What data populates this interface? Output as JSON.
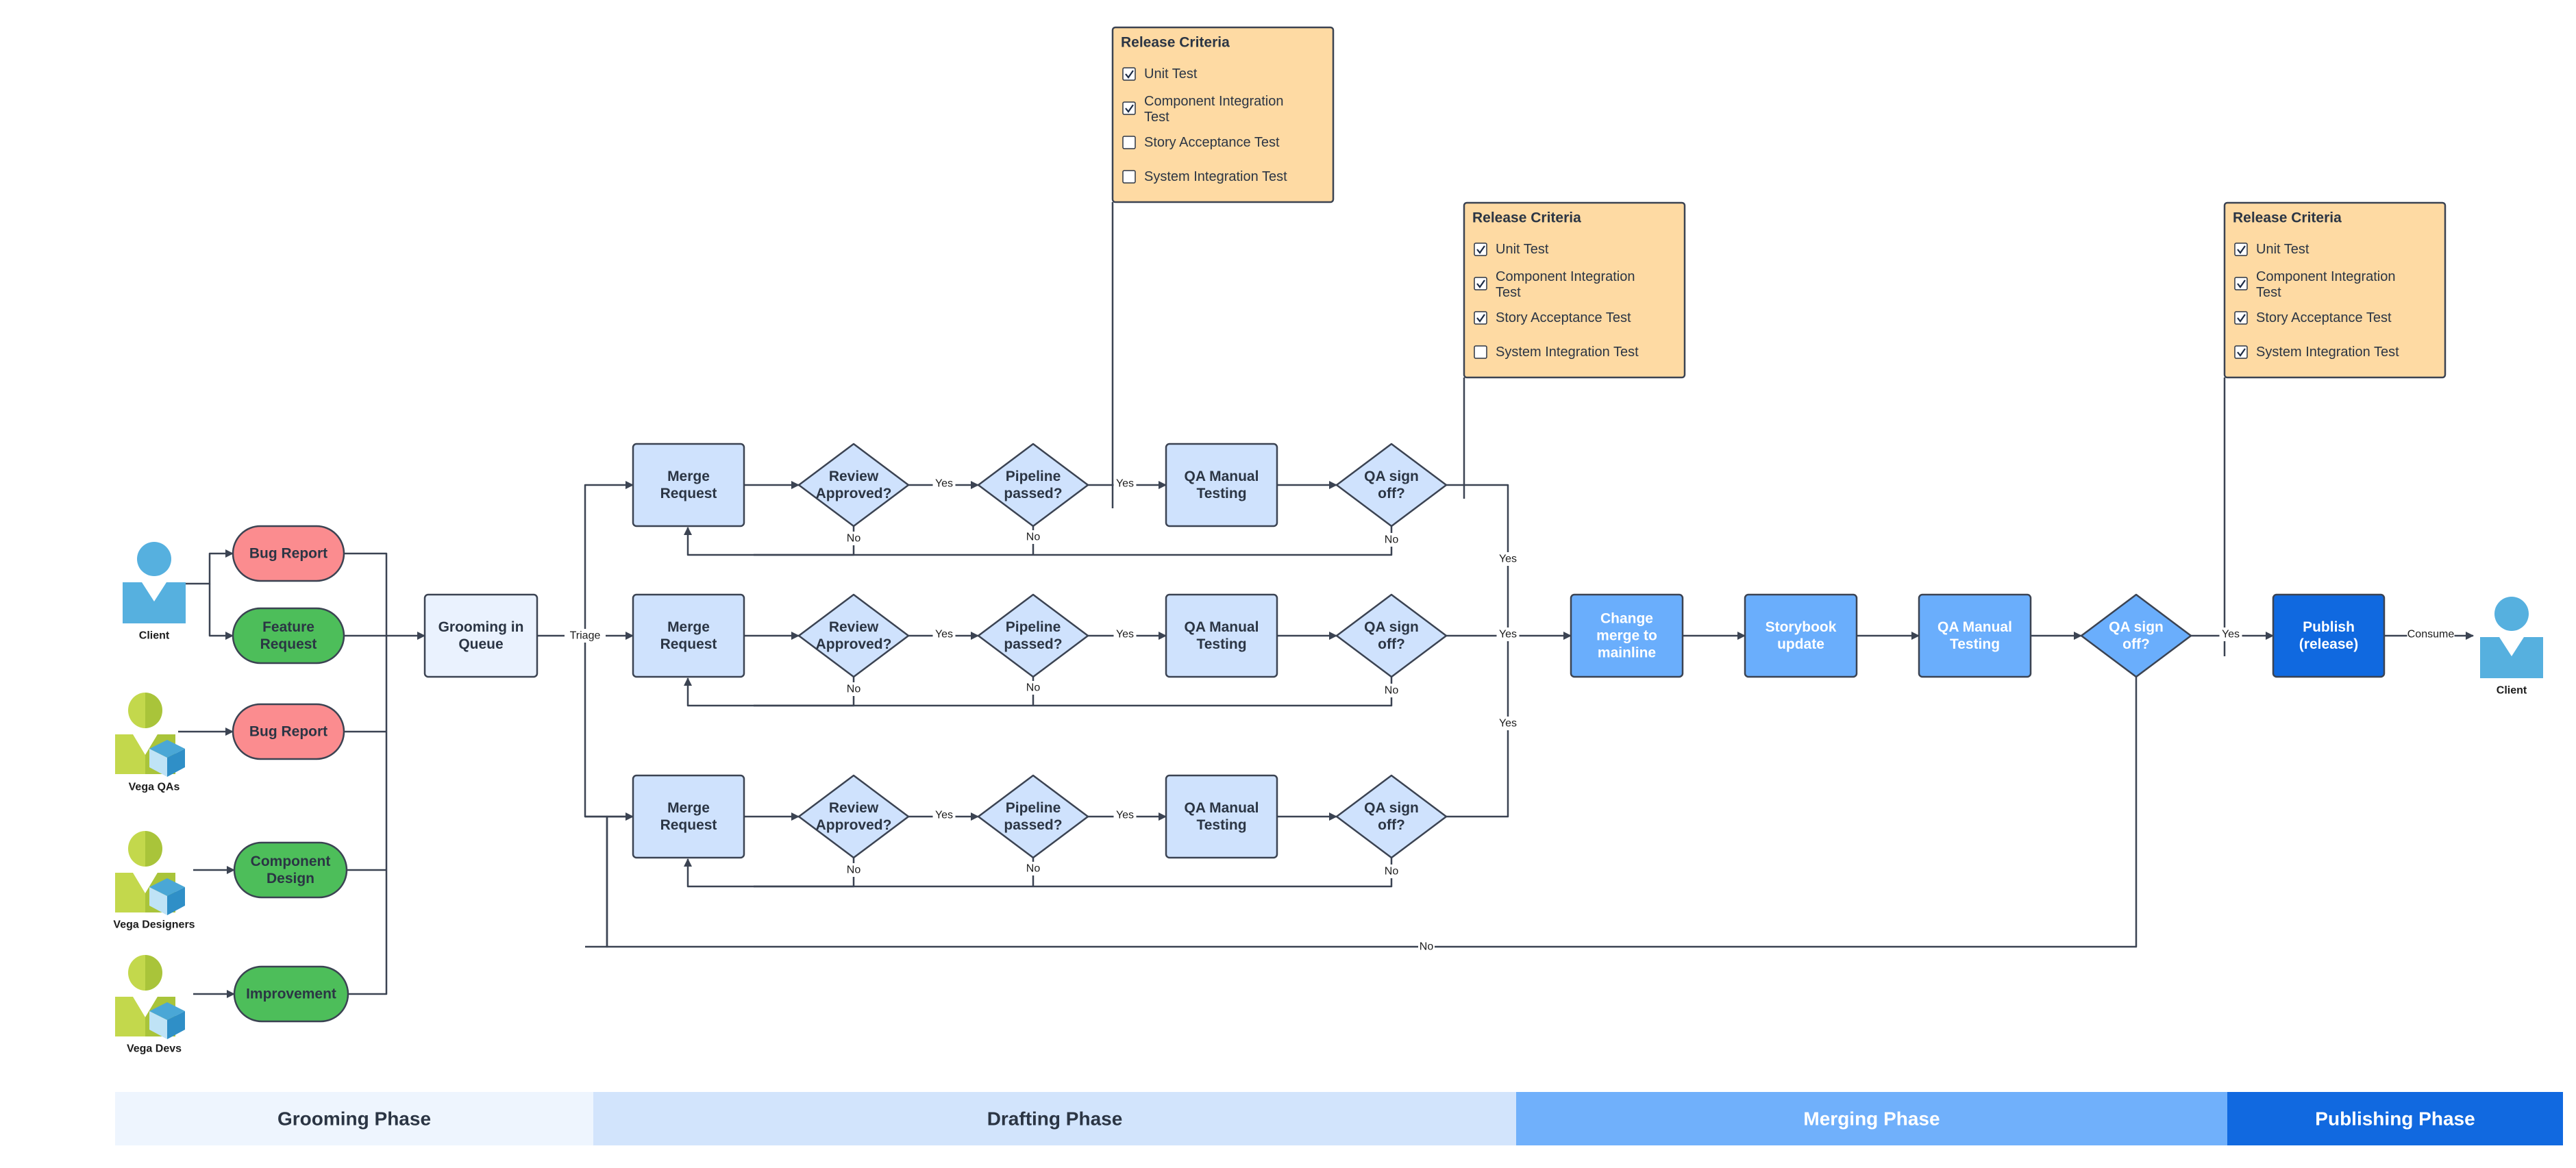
{
  "colors": {
    "stroke": "#3b4352",
    "node_light": "#cfe2fd",
    "node_queue": "#eaf2fe",
    "node_mid": "#6aaefc",
    "node_dark": "#1069e0",
    "bug": "#fb8c8f",
    "green": "#4dbe5a",
    "criteria_fill": "#fedaa3",
    "actor_blue": "#56b0df",
    "actor_green": "#c3d84c",
    "phase1": "#eef5fe",
    "phase2": "#d2e4fc",
    "phase3": "#70b0fb",
    "phase4": "#1169e0"
  },
  "actors": {
    "client": "Client",
    "vega_qas": "Vega QAs",
    "vega_designers": "Vega Designers",
    "vega_devs": "Vega Devs",
    "client_end": "Client"
  },
  "inputs": {
    "bug_report_client": "Bug Report",
    "feature_request": [
      "Feature",
      "Request"
    ],
    "bug_report_qa": "Bug Report",
    "component_design": [
      "Component",
      "Design"
    ],
    "improvement": "Improvement"
  },
  "grooming": [
    "Grooming in",
    "Queue"
  ],
  "drafting": {
    "merge_request": [
      "Merge",
      "Request"
    ],
    "review_approved": [
      "Review",
      "Approved?"
    ],
    "pipeline_passed": [
      "Pipeline",
      "passed?"
    ],
    "qa_manual": [
      "QA Manual",
      "Testing"
    ],
    "qa_signoff": [
      "QA sign",
      "off?"
    ]
  },
  "merging": {
    "change_merge": [
      "Change",
      "merge to",
      "mainline"
    ],
    "storybook": [
      "Storybook",
      "update"
    ],
    "qa_manual": [
      "QA Manual",
      "Testing"
    ],
    "qa_signoff": [
      "QA sign",
      "off?"
    ]
  },
  "publish": [
    "Publish",
    "(release)"
  ],
  "edge_labels": {
    "triage": "Triage",
    "yes": "Yes",
    "no": "No",
    "consume": "Consume"
  },
  "criteria": [
    {
      "title": "Release Criteria",
      "items": [
        {
          "label": [
            "Unit Test"
          ],
          "checked": true
        },
        {
          "label": [
            "Component Integration",
            "Test"
          ],
          "checked": true
        },
        {
          "label": [
            "Story Acceptance Test"
          ],
          "checked": false
        },
        {
          "label": [
            "System Integration Test"
          ],
          "checked": false
        }
      ]
    },
    {
      "title": "Release Criteria",
      "items": [
        {
          "label": [
            "Unit Test"
          ],
          "checked": true
        },
        {
          "label": [
            "Component Integration",
            "Test"
          ],
          "checked": true
        },
        {
          "label": [
            "Story Acceptance Test"
          ],
          "checked": true
        },
        {
          "label": [
            "System Integration Test"
          ],
          "checked": false
        }
      ]
    },
    {
      "title": "Release Criteria",
      "items": [
        {
          "label": [
            "Unit Test"
          ],
          "checked": true
        },
        {
          "label": [
            "Component Integration",
            "Test"
          ],
          "checked": true
        },
        {
          "label": [
            "Story Acceptance Test"
          ],
          "checked": true
        },
        {
          "label": [
            "System Integration Test"
          ],
          "checked": true
        }
      ]
    }
  ],
  "phases": [
    {
      "label": "Grooming Phase"
    },
    {
      "label": "Drafting Phase"
    },
    {
      "label": "Merging Phase"
    },
    {
      "label": "Publishing Phase"
    }
  ]
}
